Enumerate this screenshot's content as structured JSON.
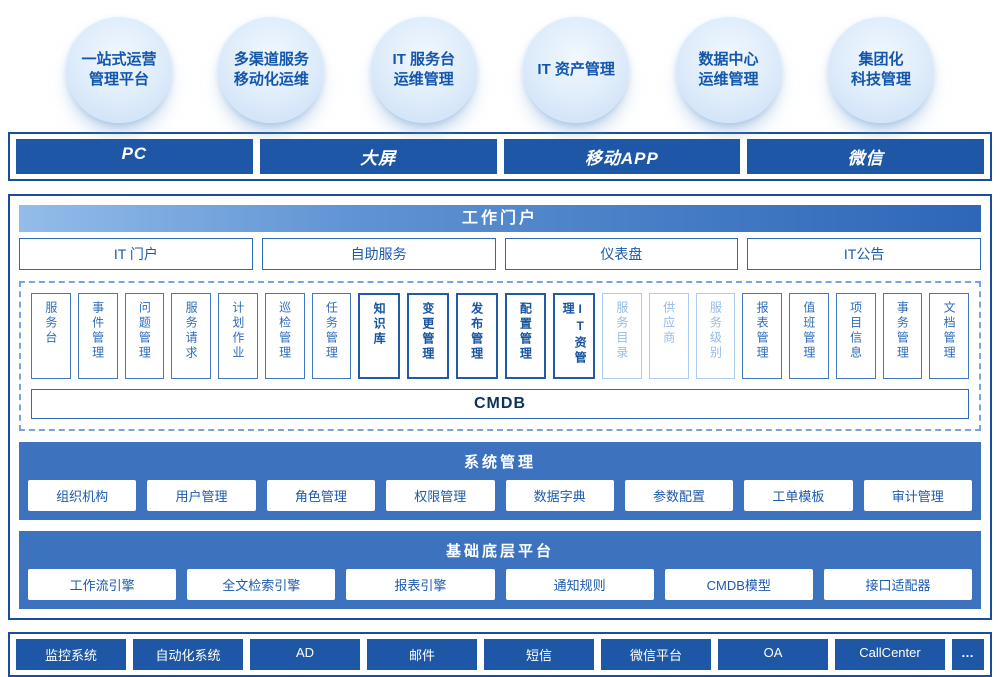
{
  "colors": {
    "outer_border_blue": "#1a4e9d",
    "box_blue": "#1e57a5",
    "section_blue": "#3d72bf",
    "text_blue": "#1b5aad",
    "light_blue": "#93bce6",
    "bubble_fill": "#d6e7f9",
    "bubble_text": "#1456ac"
  },
  "bubbles": [
    {
      "label": "一站式运营\n管理平台"
    },
    {
      "label": "多渠道服务\n移动化运维"
    },
    {
      "label": "IT 服务台\n运维管理"
    },
    {
      "label": "IT 资产管理"
    },
    {
      "label": "数据中心\n运维管理"
    },
    {
      "label": "集团化\n科技管理"
    }
  ],
  "channels": {
    "items": [
      {
        "label": "PC"
      },
      {
        "label": "大屏"
      },
      {
        "label": "移动APP"
      },
      {
        "label": "微信"
      }
    ]
  },
  "portal": {
    "title": "工作门户",
    "items": [
      {
        "label": "IT 门户"
      },
      {
        "label": "自助服务"
      },
      {
        "label": "仪表盘"
      },
      {
        "label": "IT公告"
      }
    ]
  },
  "modules": {
    "items": [
      {
        "label": "服务台",
        "style": "normal"
      },
      {
        "label": "事件管理",
        "style": "normal"
      },
      {
        "label": "问题管理",
        "style": "normal"
      },
      {
        "label": "服务请求",
        "style": "normal"
      },
      {
        "label": "计划作业",
        "style": "normal"
      },
      {
        "label": "巡检管理",
        "style": "normal"
      },
      {
        "label": "任务管理",
        "style": "normal"
      },
      {
        "label": "知识库",
        "style": "bold"
      },
      {
        "label": "变更管理",
        "style": "bold"
      },
      {
        "label": "发布管理",
        "style": "bold"
      },
      {
        "label": "配置管理",
        "style": "bold"
      },
      {
        "label": "IT资管理",
        "style": "bold"
      },
      {
        "label": "服务目录",
        "style": "light"
      },
      {
        "label": "供应商",
        "style": "light"
      },
      {
        "label": "服务级别",
        "style": "light"
      },
      {
        "label": "报表管理",
        "style": "normal"
      },
      {
        "label": "值班管理",
        "style": "normal"
      },
      {
        "label": "项目信息",
        "style": "normal"
      },
      {
        "label": "事务管理",
        "style": "normal"
      },
      {
        "label": "文档管理",
        "style": "normal"
      }
    ],
    "cmdb_label": "CMDB"
  },
  "system": {
    "title": "系统管理",
    "items": [
      {
        "label": "组织机构"
      },
      {
        "label": "用户管理"
      },
      {
        "label": "角色管理"
      },
      {
        "label": "权限管理"
      },
      {
        "label": "数据字典"
      },
      {
        "label": "参数配置"
      },
      {
        "label": "工单模板"
      },
      {
        "label": "审计管理"
      }
    ]
  },
  "platform": {
    "title": "基础底层平台",
    "items": [
      {
        "label": "工作流引擎"
      },
      {
        "label": "全文检索引擎"
      },
      {
        "label": "报表引擎"
      },
      {
        "label": "通知规则"
      },
      {
        "label": "CMDB模型"
      },
      {
        "label": "接口适配器"
      }
    ]
  },
  "integrations": {
    "items": [
      {
        "label": "监控系统"
      },
      {
        "label": "自动化系统"
      },
      {
        "label": "AD"
      },
      {
        "label": "邮件"
      },
      {
        "label": "短信"
      },
      {
        "label": "微信平台"
      },
      {
        "label": "OA"
      },
      {
        "label": "CallCenter"
      },
      {
        "label": "…"
      }
    ]
  }
}
